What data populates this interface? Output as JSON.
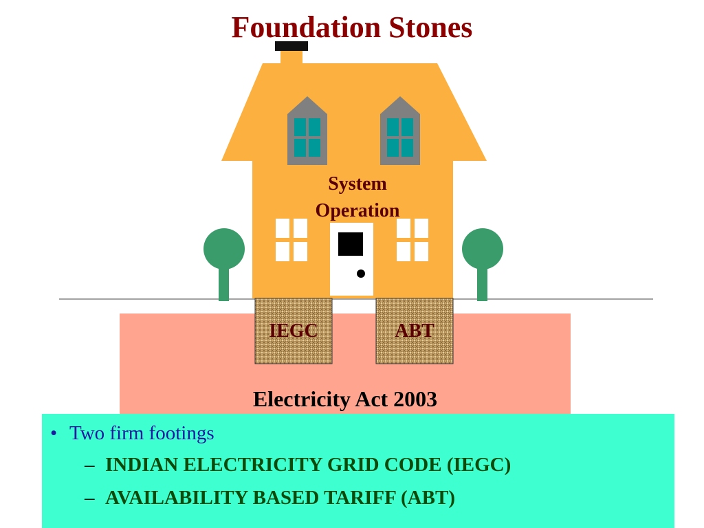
{
  "title": "Foundation Stones",
  "house": {
    "label_line1": "System",
    "label_line2": "Operation"
  },
  "stones": [
    {
      "label": "IEGC"
    },
    {
      "label": "ABT"
    }
  ],
  "base_label": "Electricity Act 2003",
  "panel": {
    "bullet": "Two firm footings",
    "sub_items": [
      "INDIAN ELECTRICITY GRID CODE (IEGC)",
      "AVAILABILITY BASED TARIFF (ABT)"
    ]
  },
  "colors": {
    "title": "#8b0000",
    "house": "#fbb040",
    "roof_window": "#808080",
    "window_glass": "#00999a",
    "tree": "#3a9c6a",
    "base": "#ffa58f",
    "panel": "#3effcf",
    "bullet_text": "#1a1aa0",
    "sub_text": "#0b4a0b"
  }
}
